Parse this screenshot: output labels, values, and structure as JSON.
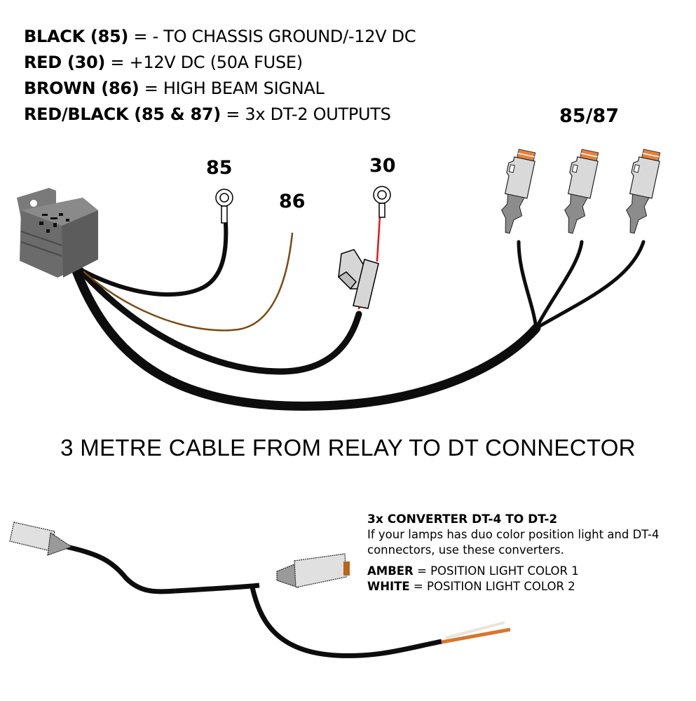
{
  "legend": [
    {
      "color": "BLACK (85)",
      "desc": " = - TO CHASSIS GROUND/-12V DC"
    },
    {
      "color": "RED (30)",
      "desc": " = +12V DC (50A FUSE)"
    },
    {
      "color": "BROWN (86)",
      "desc": " = HIGH BEAM SIGNAL"
    },
    {
      "color": "RED/BLACK (85 & 87)",
      "desc": " = 3x DT-2 OUTPUTS"
    }
  ],
  "pins": {
    "p85": "85",
    "p86": "86",
    "p30": "30",
    "outputs": "85/87"
  },
  "caption": "3 METRE CABLE FROM RELAY TO DT CONNECTOR",
  "converter": {
    "title": "3x CONVERTER DT-4 TO DT-2",
    "line1": "If your lamps has duo color position light and DT-4",
    "line2": "connectors, use these converters.",
    "amber_label": "AMBER",
    "amber_desc": " = POSITION LIGHT COLOR 1",
    "white_label": "WHITE",
    "white_desc": " = POSITION LIGHT COLOR 2"
  },
  "colors": {
    "wire_black": "#0d0d0d",
    "wire_brown": "#7a4a12",
    "wire_red": "#e8141c",
    "relay_gray": "#707070",
    "connector_gray": "#d9d9d9",
    "connector_orange": "#e8803a"
  }
}
